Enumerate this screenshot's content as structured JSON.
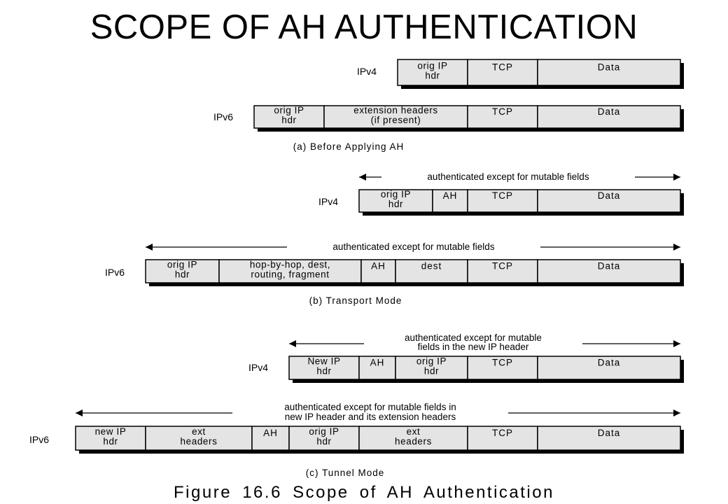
{
  "title": "SCOPE OF AH AUTHENTICATION",
  "figure_caption": "Figure 16.6   Scope of AH Authentication",
  "colors": {
    "box_fill": "#e4e4e4",
    "shadow": "#000000",
    "stroke": "#000000"
  },
  "rows": [
    {
      "label": "IPv4",
      "cells": [
        [
          "orig IP",
          "hdr"
        ],
        [
          "TCP"
        ],
        [
          "Data"
        ]
      ]
    },
    {
      "label": "IPv6",
      "cells": [
        [
          "orig IP",
          "hdr"
        ],
        [
          "extension headers",
          "(if present)"
        ],
        [
          "TCP"
        ],
        [
          "Data"
        ]
      ]
    },
    {
      "label": "IPv4",
      "cells": [
        [
          "orig IP",
          "hdr"
        ],
        [
          "AH"
        ],
        [
          "TCP"
        ],
        [
          "Data"
        ]
      ]
    },
    {
      "label": "IPv6",
      "cells": [
        [
          "orig IP",
          "hdr"
        ],
        [
          "hop-by-hop, dest,",
          "routing, fragment"
        ],
        [
          "AH"
        ],
        [
          "dest"
        ],
        [
          "TCP"
        ],
        [
          "Data"
        ]
      ]
    },
    {
      "label": "IPv4",
      "cells": [
        [
          "New IP",
          "hdr"
        ],
        [
          "AH"
        ],
        [
          "orig IP",
          "hdr"
        ],
        [
          "TCP"
        ],
        [
          "Data"
        ]
      ]
    },
    {
      "label": "IPv6",
      "cells": [
        [
          "new IP",
          "hdr"
        ],
        [
          "ext",
          "headers"
        ],
        [
          "AH"
        ],
        [
          "orig IP",
          "hdr"
        ],
        [
          "ext",
          "headers"
        ],
        [
          "TCP"
        ],
        [
          "Data"
        ]
      ]
    }
  ],
  "arrows": [
    {
      "lines": [
        "authenticated except for mutable fields"
      ]
    },
    {
      "lines": [
        "authenticated except for mutable fields"
      ]
    },
    {
      "lines": [
        "authenticated except for mutable",
        "fields in the new IP header"
      ]
    },
    {
      "lines": [
        "authenticated except for mutable fields in",
        "new IP header and its extension headers"
      ]
    }
  ],
  "section_captions": [
    "(a) Before Applying AH",
    "(b) Transport Mode",
    "(c) Tunnel Mode"
  ]
}
